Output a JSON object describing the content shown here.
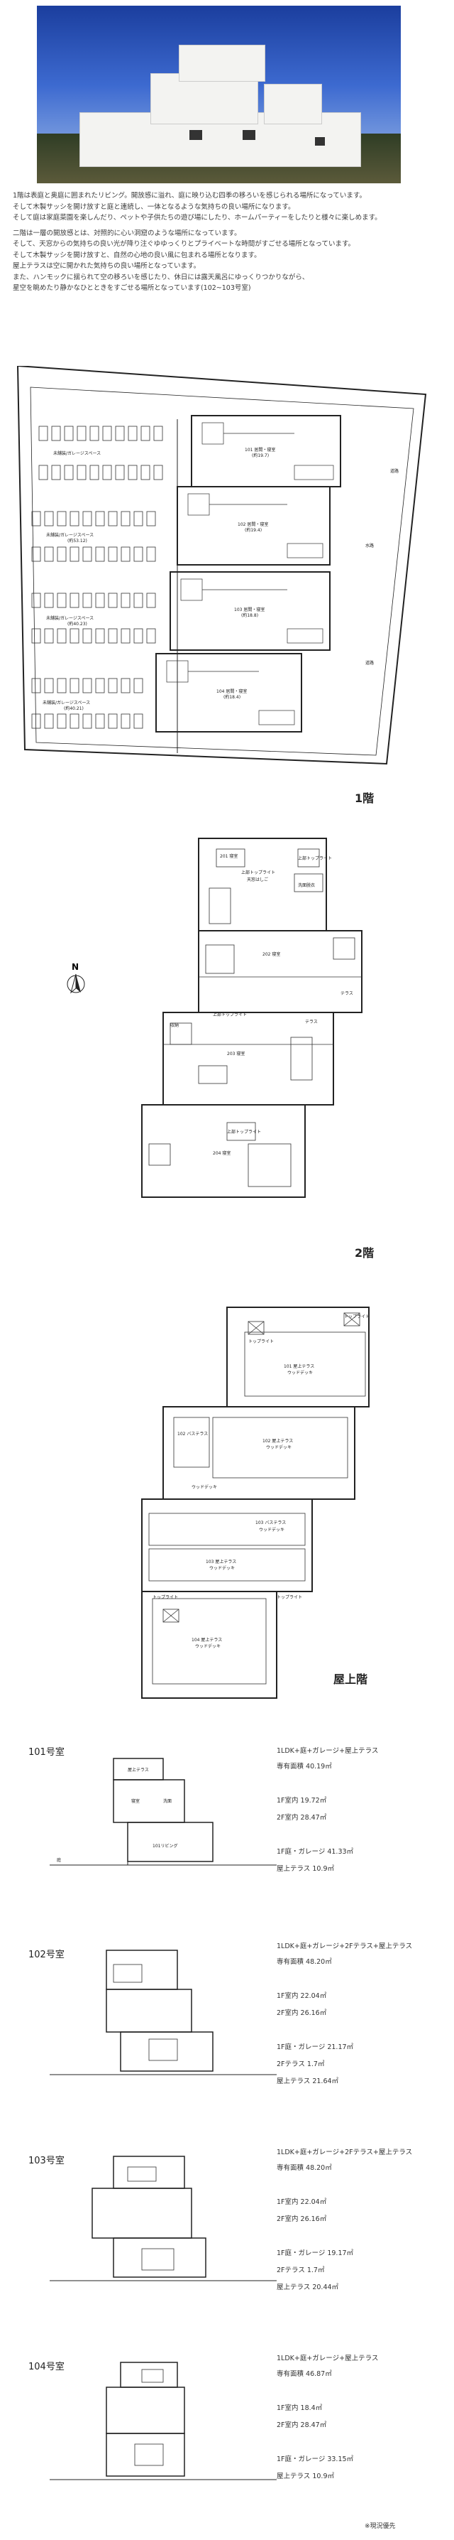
{
  "intro": {
    "para1": [
      "1階は表庭と奥庭に囲まれたリビング。開放感に溢れ、庭に映り込む四季の移ろいを感じられる場所になっています。",
      "そして木製サッシを開け放すと庭と連続し、一体となるような気持ちの良い場所になります。",
      "そして庭は家庭菜園を楽しんだり、ペットや子供たちの遊び場にしたり、ホームパーティーをしたりと様々に楽しめます。"
    ],
    "para2": [
      "二階は一層の開放感とは、対照的に心い洞窟のような場所になっています。",
      "そして、天窓からの気持ちの良い光が降り注ぐゆゆっくりとプライベートな時間がすごせる場所となっています。",
      "そして木製サッシを開け放すと、自然の心地の良い風に包まれる場所となります。",
      "屋上テラスは空に開かれた気持ちの良い場所となっています。",
      "また、ハンモックに揺られて空の移ろいを感じたり、休日には露天風呂にゆっくりつかりながら、",
      "星空を眺めたり静かなひとときをすごせる場所となっています(102~103号室)"
    ]
  },
  "floor_labels": {
    "f1": "1階",
    "f2": "2階",
    "roof": "屋上階"
  },
  "north": "N",
  "plan1_texts": {
    "parking1": "未舗装/ガレージスペース",
    "parking2": "未舗装/ガレージスペース",
    "parking2b": "(約53.12)",
    "parking3": "未舗装/ガレージスペース",
    "parking3b": "(約40.23)",
    "parking4": "未舗装/ガレージスペース",
    "parking4b": "(約40.21)",
    "u101": "101 居間・寝室",
    "u101b": "(約19.7)",
    "u102": "102 居間・寝室",
    "u102b": "(約19.4)",
    "u103": "103 居間・寝室",
    "u103b": "(約18.8)",
    "u104": "104 居間・寝室",
    "u104b": "(約18.4)",
    "road1": "道路",
    "road2": "道路",
    "side": "水路"
  },
  "plan2_texts": {
    "a": "201 寝室",
    "a2": "上部トップライト",
    "a3": "天窓はしご",
    "b": "上部トップライト",
    "c": "202 寝室",
    "d": "203 寝室",
    "e": "上部トップライト",
    "f": "204 寝室",
    "g": "上部トップライト",
    "h": "テラス",
    "i": "洗面脱衣",
    "j": "収納",
    "k": "テラス"
  },
  "roof_texts": {
    "a": "トップライト",
    "b": "101 屋上テラス",
    "b2": "ウッドデッキ",
    "c": "102 バステラス",
    "d": "102 屋上テラス",
    "d2": "ウッドデッキ",
    "e": "ウッドデッキ",
    "f": "103 バステラス",
    "f2": "ウッドデッキ",
    "g": "103 屋上テラス",
    "g2": "ウッドデッキ",
    "h": "トップライト",
    "i": "104 屋上テラス",
    "i2": "ウッドデッキ",
    "j": "トップライト",
    "k": "トップライト"
  },
  "units": [
    {
      "title": "101号室",
      "plan": "1LDK+庭+ガレージ+屋上テラス",
      "lines": [
        "専有面積  40.19㎡",
        "",
        "1F室内  19.72㎡",
        "2F室内  28.47㎡",
        "",
        "1F庭・ガレージ  41.33㎡",
        "屋上テラス  10.9㎡"
      ]
    },
    {
      "title": "102号室",
      "plan": "1LDK+庭+ガレージ+2Fテラス+屋上テラス",
      "lines": [
        "専有面積  48.20㎡",
        "",
        "1F室内  22.04㎡",
        "2F室内  26.16㎡",
        "",
        "1F庭・ガレージ  21.17㎡",
        "2Fテラス  1.7㎡",
        "屋上テラス  21.64㎡"
      ]
    },
    {
      "title": "103号室",
      "plan": "1LDK+庭+ガレージ+2Fテラス+屋上テラス",
      "lines": [
        "専有面積  48.20㎡",
        "",
        "1F室内  22.04㎡",
        "2F室内  26.16㎡",
        "",
        "1F庭・ガレージ  19.17㎡",
        "2Fテラス  1.7㎡",
        "屋上テラス  20.44㎡"
      ]
    },
    {
      "title": "104号室",
      "plan": "1LDK+庭+ガレージ+屋上テラス",
      "lines": [
        "専有面積  46.87㎡",
        "",
        "1F室内  18.4㎡",
        "2F室内  28.47㎡",
        "",
        "1F庭・ガレージ  33.15㎡",
        "屋上テラス  10.9㎡"
      ]
    }
  ],
  "unit_drawing_labels": [
    "屋上テラス",
    "寝室",
    "洗面",
    "101リビング",
    "庭"
  ],
  "footnote": "※現況優先"
}
